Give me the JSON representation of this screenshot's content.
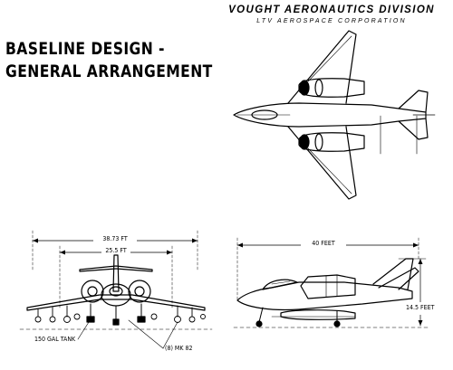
{
  "header": {
    "division": "VOUGHT AERONAUTICS DIVISION",
    "corporation": "LTV AEROSPACE CORPORATION"
  },
  "title": {
    "line1": "BASELINE DESIGN -",
    "line2": "GENERAL ARRANGEMENT"
  },
  "front_view": {
    "span_label": "38.73 FT",
    "track_label": "25.5 FT",
    "tank_callout": "150 GAL TANK",
    "store_callout": "(8) MK 82"
  },
  "side_view": {
    "length_label": "40 FEET",
    "height_label": "14.5 FEET"
  }
}
